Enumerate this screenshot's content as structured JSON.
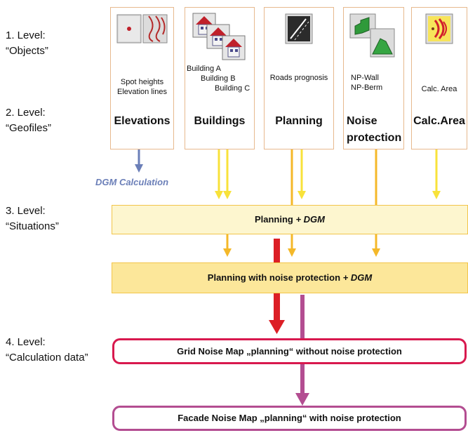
{
  "levels": [
    {
      "line1": "1. Level:",
      "line2": "“Objects”"
    },
    {
      "line1": "2. Level:",
      "line2": "“Geofiles”"
    },
    {
      "line1": "3. Level:",
      "line2": "“Situations”"
    },
    {
      "line1": "4. Level:",
      "line2": "“Calculation data”"
    }
  ],
  "geofiles": [
    {
      "icon": "elevations-icon",
      "objects": [
        "Spot heights",
        "Elevation lines"
      ],
      "title": "Elevations"
    },
    {
      "icon": "buildings-icon",
      "objects": [
        "Building A",
        "Building B",
        "Building C"
      ],
      "title": "Buildings"
    },
    {
      "icon": "roads-icon",
      "objects": [
        "Roads prognosis"
      ],
      "title": "Planning"
    },
    {
      "icon": "noise-protection-icon",
      "objects": [
        "NP-Wall",
        "NP-Berm"
      ],
      "title_line1": "Noise",
      "title_line2": "protection"
    },
    {
      "icon": "calc-area-icon",
      "objects": [
        "Calc. Area"
      ],
      "title": "Calc.Area"
    }
  ],
  "dgm_label": "DGM Calculation",
  "situations": [
    {
      "label": "Planning ",
      "suffix": "+ DGM"
    },
    {
      "label": "Planning with noise protection ",
      "suffix": "+ DGM"
    }
  ],
  "calculation_data": [
    {
      "label": "Grid Noise Map „planning“ without noise protection"
    },
    {
      "label": "Facade Noise Map „planning“ with noise protection"
    }
  ],
  "colors": {
    "card_border": "#e7b98e",
    "situation1_fill": "#fdf6cf",
    "situation2_fill": "#fce79a",
    "situation_border": "#f2c54a",
    "grid_border": "#d8194e",
    "facade_border": "#b34d91",
    "arrow_yellow": "#f8e23a",
    "arrow_orange": "#f4b829",
    "arrow_red": "#dc1f26",
    "arrow_purple": "#b34d91",
    "arrow_blue": "#6b7fb8"
  }
}
